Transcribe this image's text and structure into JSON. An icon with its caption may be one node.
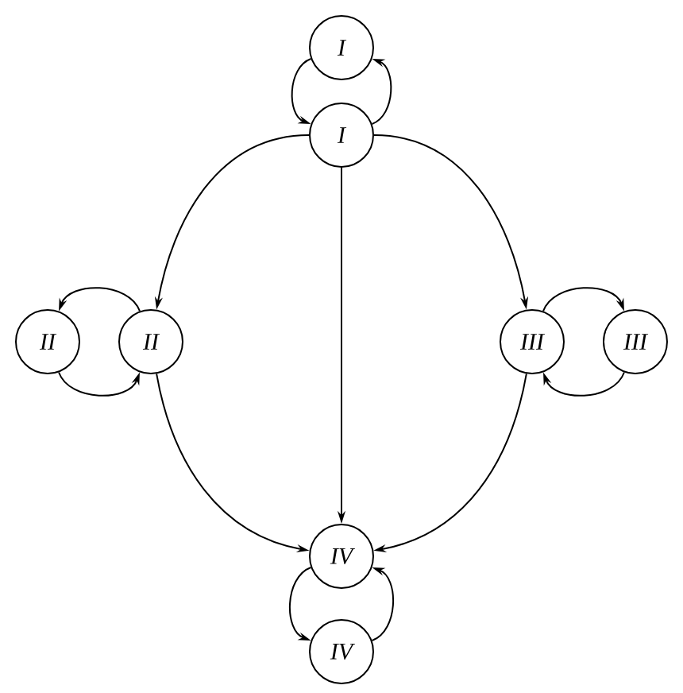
{
  "diagram": {
    "nodes": [
      {
        "text": [
          "I"
        ]
      },
      {
        "text": [
          "I"
        ]
      },
      {
        "text": [
          "II"
        ]
      },
      {
        "text": [
          "II"
        ]
      },
      {
        "text": [
          "III"
        ]
      },
      {
        "text": [
          "III"
        ]
      },
      {
        "text": [
          "IV"
        ]
      },
      {
        "text": [
          "IV"
        ]
      }
    ],
    "edges": [
      {
        "from": 0,
        "to": 1,
        "arrow": "to"
      },
      {
        "from": 1,
        "to": 0,
        "arrow": "to"
      },
      {
        "from": 1,
        "to": 3,
        "arrow": "to"
      },
      {
        "from": 1,
        "to": 4,
        "arrow": "to"
      },
      {
        "from": 1,
        "to": 6,
        "arrow": "to"
      },
      {
        "from": 3,
        "to": 2,
        "arrow": "to"
      },
      {
        "from": 2,
        "to": 3,
        "arrow": "to"
      },
      {
        "from": 4,
        "to": 5,
        "arrow": "to"
      },
      {
        "from": 5,
        "to": 4,
        "arrow": "to"
      },
      {
        "from": 3,
        "to": 6,
        "arrow": "to"
      },
      {
        "from": 4,
        "to": 6,
        "arrow": "to"
      },
      {
        "from": 6,
        "to": 7,
        "arrow": "to"
      },
      {
        "from": 7,
        "to": 6,
        "arrow": "to"
      }
    ]
  }
}
